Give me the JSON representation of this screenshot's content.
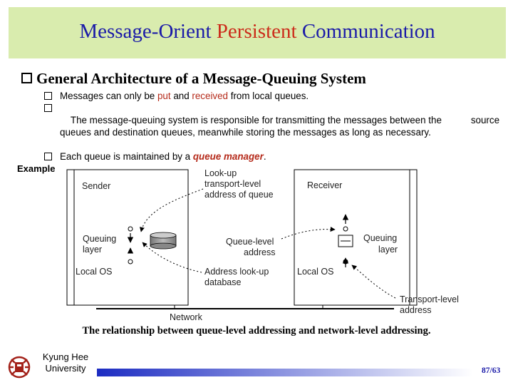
{
  "slide": {
    "title_part1": "Message-Orient ",
    "title_part2": "Persistent",
    "title_part3": " Communication",
    "heading": "General Architecture of a Message-Queuing System",
    "bullets": [
      {
        "pre": "Messages can only be ",
        "h1": "put",
        "mid": " and ",
        "h2": "received",
        "post": " from local queues."
      },
      {
        "text": "The message-queuing system is responsible for transmitting the messages between the           source queues and destination queues, meanwhile storing the messages as long as necessary."
      },
      {
        "pre": "Each queue is maintained by a ",
        "qm": "queue manager",
        "post": "."
      }
    ],
    "example_label": "Example",
    "caption": "The relationship between queue-level addressing and network-level addressing.",
    "university_line1": "Kyung Hee",
    "university_line2": "University",
    "page_number": "87/63"
  },
  "diagram": {
    "sender": "Sender",
    "receiver": "Receiver",
    "queuing_layer_left_1": "Queuing",
    "queuing_layer_left_2": "layer",
    "queuing_layer_right_1": "Queuing",
    "queuing_layer_right_2": "layer",
    "local_os_left": "Local OS",
    "local_os_right": "Local OS",
    "lookup_1": "Look-up",
    "lookup_2": "transport-level",
    "lookup_3": "address of queue",
    "queue_level_1": "Queue-level",
    "queue_level_2": "address",
    "address_lookup_1": "Address look-up",
    "address_lookup_2": "database",
    "network": "Network",
    "transport_level_1": "Transport-level",
    "transport_level_2": "address"
  },
  "colors": {
    "title_bar": "#d9ecae",
    "title_text": "#1a1aa8",
    "accent_red": "#cc2b1a",
    "footer_bar": "#1c2cc2"
  }
}
